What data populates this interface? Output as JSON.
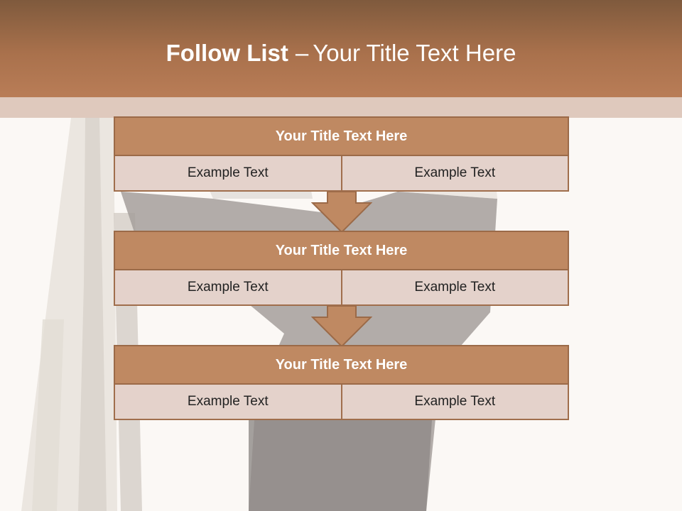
{
  "slide": {
    "title_bold": "Follow List",
    "title_dash": "–",
    "title_rest": "Your Title Text Here"
  },
  "steps": [
    {
      "title": "Your Title Text Here",
      "left": "Example Text",
      "right": "Example Text"
    },
    {
      "title": "Your Title Text Here",
      "left": "Example Text",
      "right": "Example Text"
    },
    {
      "title": "Your Title Text Here",
      "left": "Example Text",
      "right": "Example Text"
    }
  ],
  "colors": {
    "header": "#b27a54",
    "step_title_fill": "#bf8962",
    "step_cell_fill": "#e4d2cb",
    "arrow_fill": "#bf8962",
    "border": "#9b6a48"
  },
  "icons": {
    "connector": "down-arrow-icon"
  }
}
